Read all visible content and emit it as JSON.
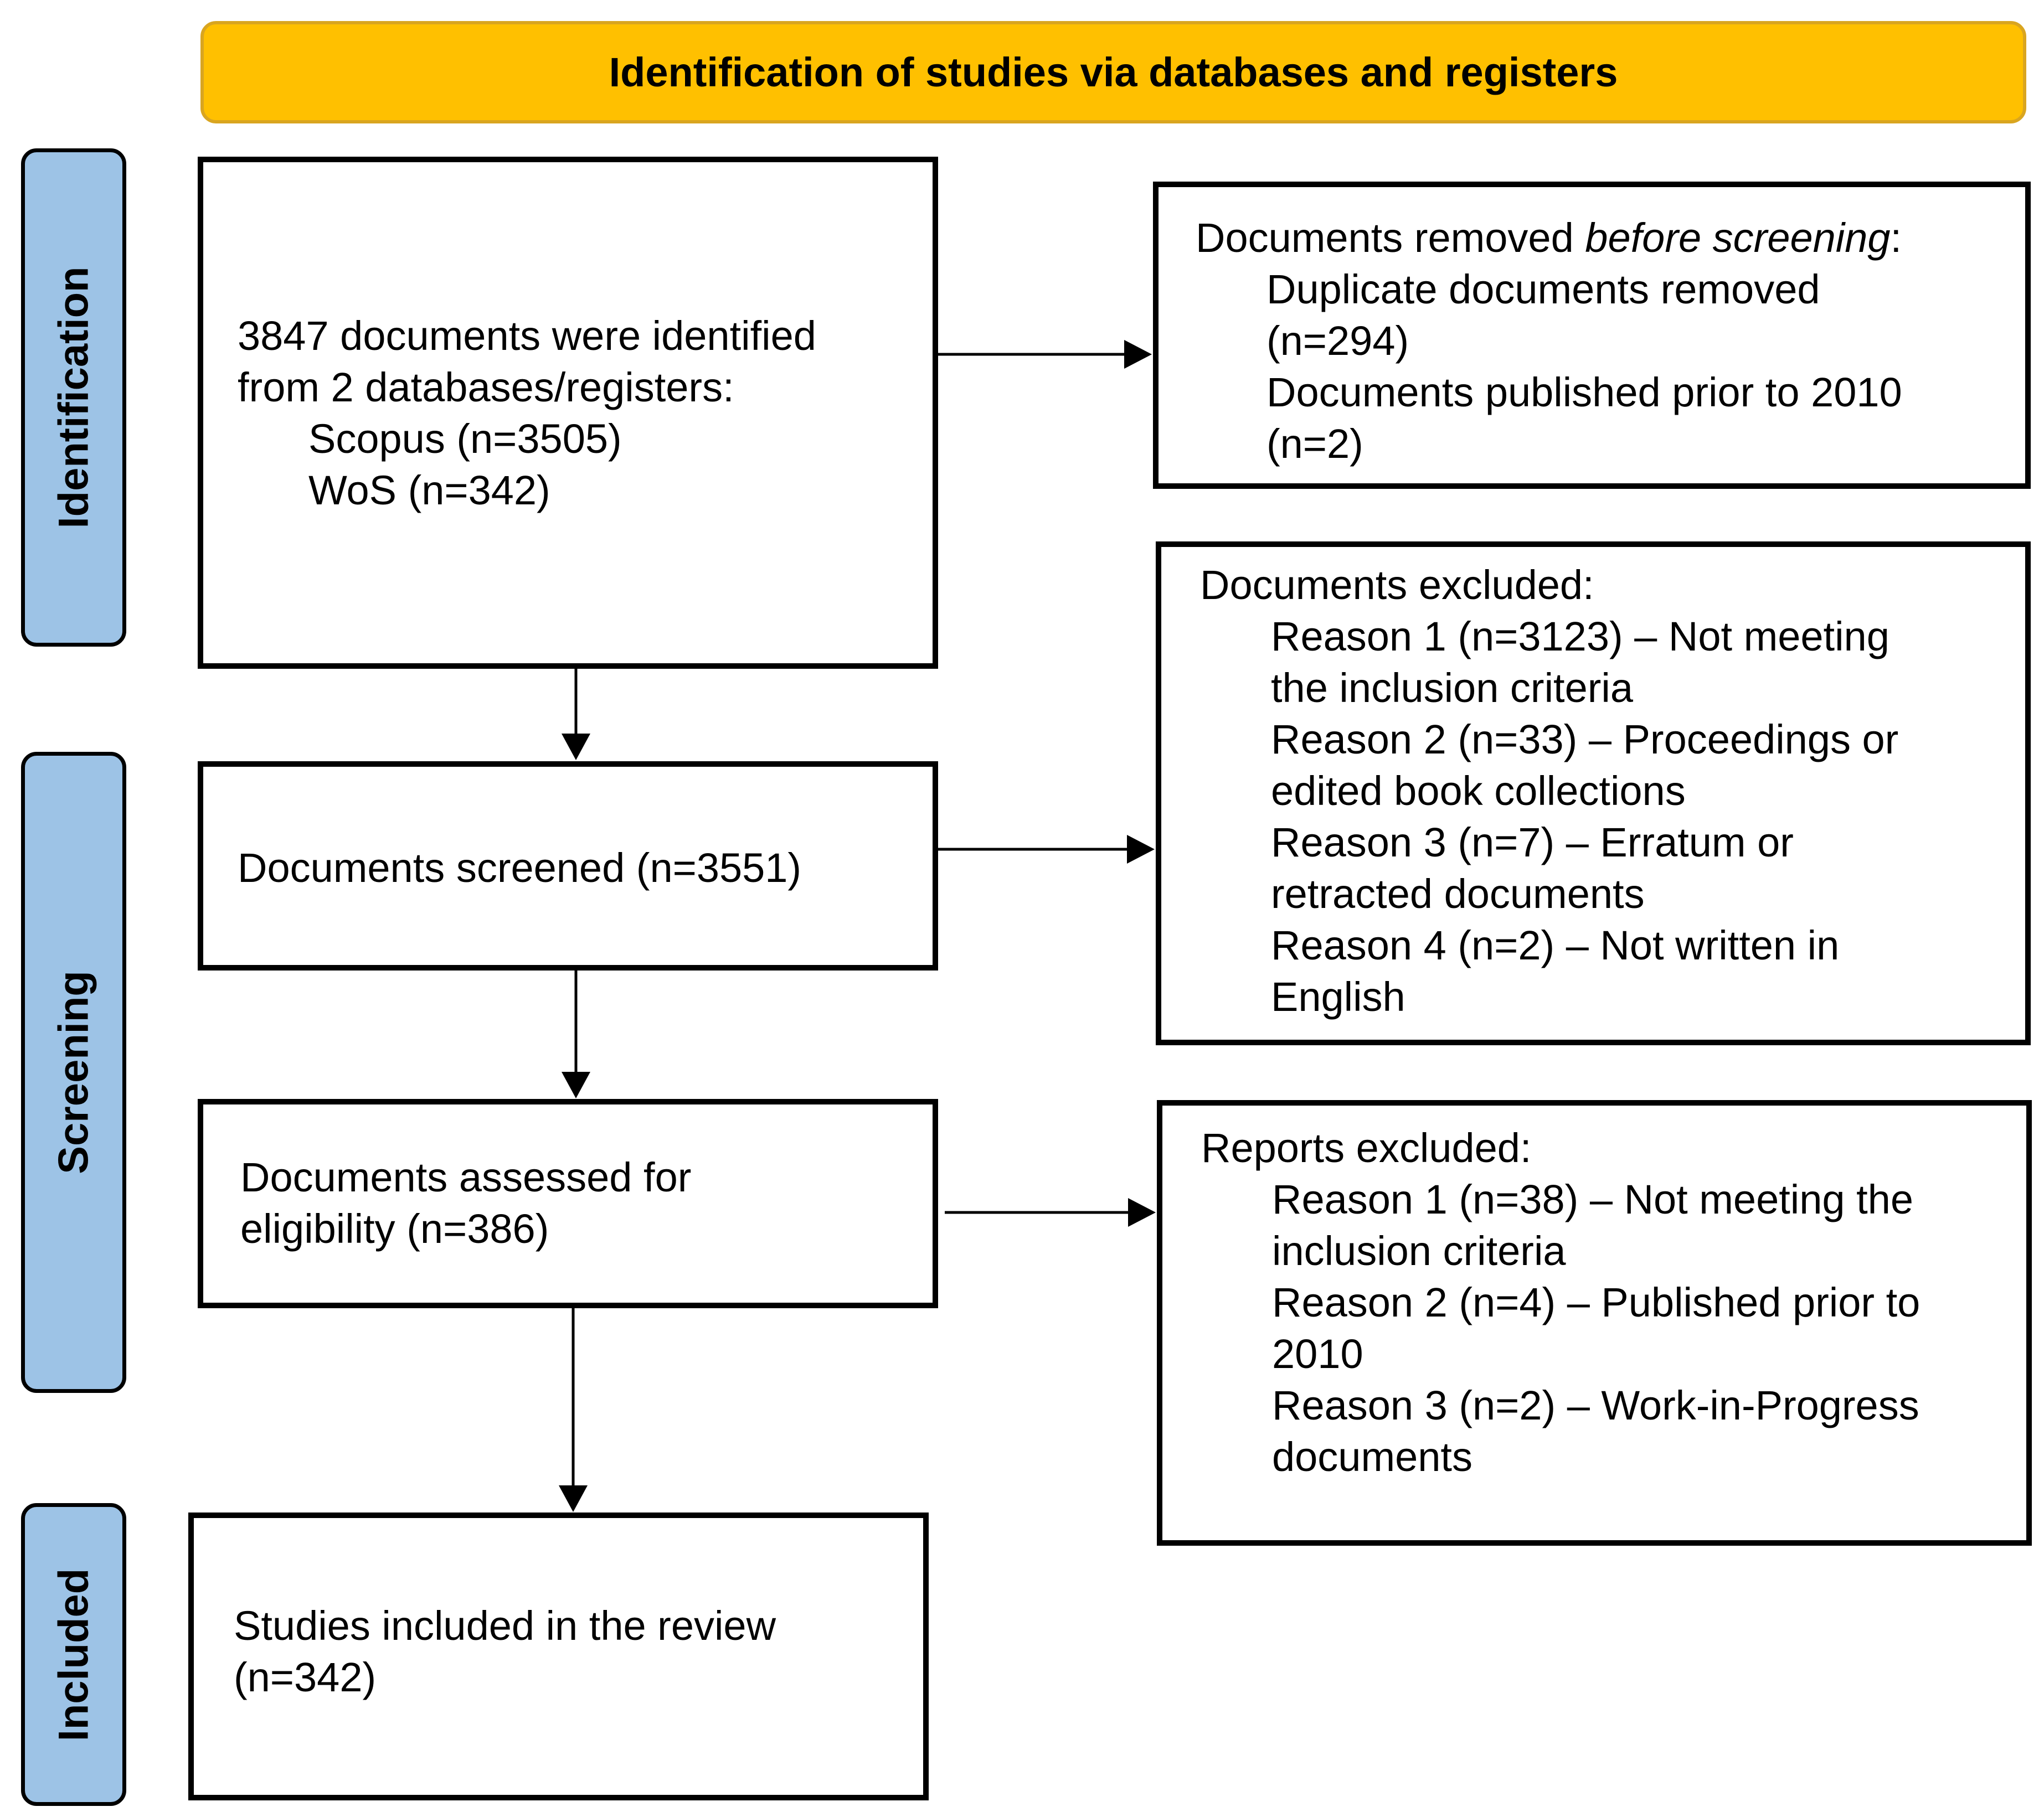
{
  "header": {
    "title": "Identification of studies via databases and registers"
  },
  "stages": {
    "identification": "Identification",
    "screening": "Screening",
    "included": "Included"
  },
  "identified": {
    "line1": "3847 documents were identified",
    "line2": "from 2 databases/registers:",
    "scopus": "Scopus (n=3505)",
    "wos": "WoS (n=342)"
  },
  "removed": {
    "prefix": "Documents removed ",
    "emphasis": "before screening",
    "suffix": ":",
    "dup_line1": "Duplicate documents removed",
    "dup_line2": "(n=294)",
    "prior_line1": "Documents published prior to 2010",
    "prior_line2": "(n=2)"
  },
  "screened": {
    "text": "Documents screened (n=3551)"
  },
  "excluded": {
    "title": "Documents excluded:",
    "r1a": "Reason 1 (n=3123) – Not meeting",
    "r1b": "the inclusion criteria",
    "r2a": "Reason 2 (n=33) – Proceedings or",
    "r2b": "edited book collections",
    "r3a": "Reason 3 (n=7) – Erratum or",
    "r3b": "retracted documents",
    "r4a": "Reason 4 (n=2) – Not written in",
    "r4b": "English"
  },
  "assessed": {
    "line1": "Documents assessed for",
    "line2": "eligibility (n=386)"
  },
  "reports_excluded": {
    "title": "Reports excluded:",
    "r1a": "Reason 1 (n=38) – Not meeting the",
    "r1b": "inclusion criteria",
    "r2a": "Reason 2 (n=4) – Published prior to",
    "r2b": "2010",
    "r3a": "Reason 3 (n=2) – Work-in-Progress",
    "r3b": "documents"
  },
  "included": {
    "line1": "Studies included in the review",
    "line2": "(n=342)"
  }
}
